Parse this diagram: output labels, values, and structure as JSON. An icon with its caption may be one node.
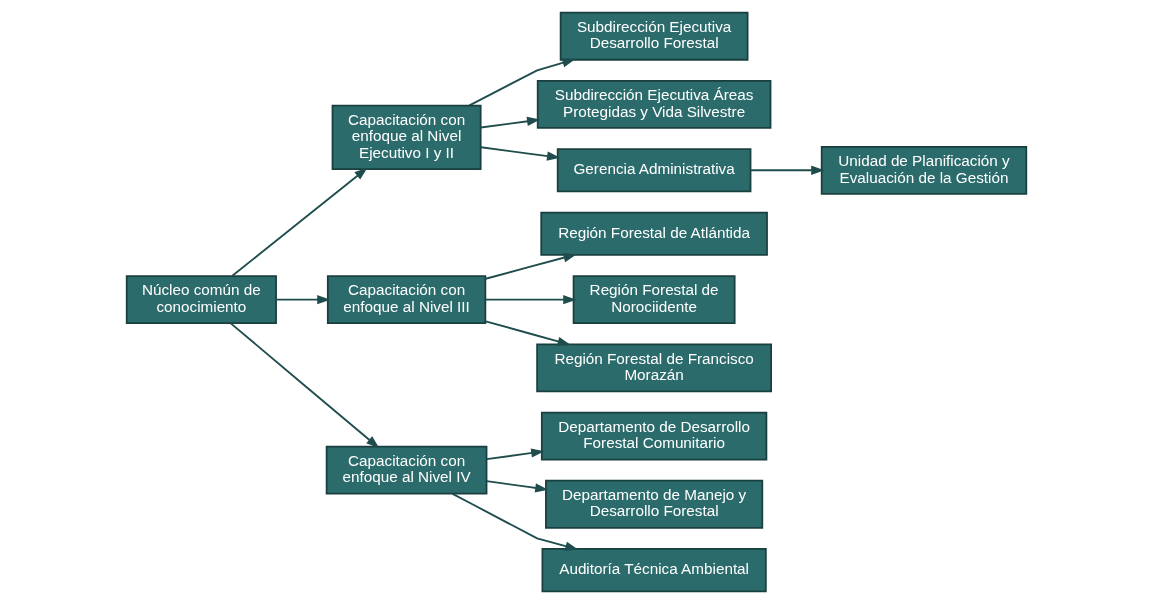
{
  "diagram": {
    "nodes": [
      {
        "text": [
          "Núcleo común de conocimiento"
        ]
      },
      {
        "text": [
          "Capacitación con enfoque al Nivel Ejecutivo I y II"
        ]
      },
      {
        "text": [
          "Subdirección Ejecutiva Desarrollo Forestal"
        ]
      },
      {
        "text": [
          "Subdirección Ejecutiva Áreas Protegidas y Vida Silvestre"
        ]
      },
      {
        "text": [
          "Gerencia Administrativa"
        ]
      },
      {
        "text": [
          "Unidad de Planificación y Evaluación de la Gestión"
        ]
      },
      {
        "text": [
          "Capacitación con enfoque al Nivel III"
        ]
      },
      {
        "text": [
          "Región Forestal de Atlántida"
        ]
      },
      {
        "text": [
          "Región Forestal de Norociidente"
        ]
      },
      {
        "text": [
          "Región Forestal de Francisco Morazán"
        ]
      },
      {
        "text": [
          "Capacitación con enfoque al Nivel IV"
        ]
      },
      {
        "text": [
          "Departamento de Desarrollo Forestal Comunitario"
        ]
      },
      {
        "text": [
          "Departamento de Manejo y Desarrollo Forestal"
        ]
      },
      {
        "text": [
          "Auditoría Técnica Ambiental"
        ]
      }
    ],
    "edges": [
      {
        "from": 0,
        "to": 1,
        "arrow": "to"
      },
      {
        "from": 0,
        "to": 6,
        "arrow": "to"
      },
      {
        "from": 0,
        "to": 10,
        "arrow": "to"
      },
      {
        "from": 1,
        "to": 2,
        "arrow": "to"
      },
      {
        "from": 1,
        "to": 3,
        "arrow": "to"
      },
      {
        "from": 1,
        "to": 4,
        "arrow": "to"
      },
      {
        "from": 4,
        "to": 5,
        "arrow": "to"
      },
      {
        "from": 6,
        "to": 7,
        "arrow": "to"
      },
      {
        "from": 6,
        "to": 8,
        "arrow": "to"
      },
      {
        "from": 6,
        "to": 9,
        "arrow": "to"
      },
      {
        "from": 10,
        "to": 11,
        "arrow": "to"
      },
      {
        "from": 10,
        "to": 12,
        "arrow": "to"
      },
      {
        "from": 10,
        "to": 13,
        "arrow": "to"
      }
    ]
  }
}
